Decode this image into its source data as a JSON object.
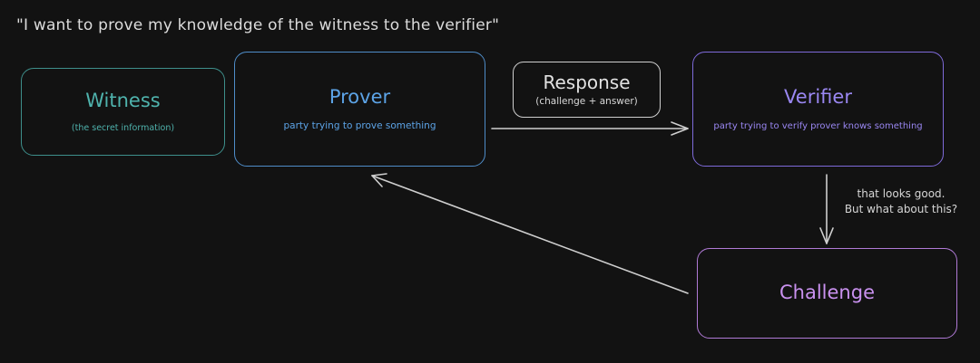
{
  "quote": "\"I want to prove my knowledge of the witness to the verifier\"",
  "witness": {
    "title": "Witness",
    "subtitle": "(the secret information)"
  },
  "prover": {
    "title": "Prover",
    "subtitle": "party trying to prove something"
  },
  "response": {
    "title": "Response",
    "subtitle": "(challenge + answer)"
  },
  "verifier": {
    "title": "Verifier",
    "subtitle": "party trying to verify prover knows something"
  },
  "note": {
    "line1": "that looks good.",
    "line2": "But what about this?"
  },
  "challenge": {
    "title": "Challenge"
  },
  "colors": {
    "witness": "#4fb3ad",
    "prover": "#5ca3e6",
    "verifier": "#9a87f2",
    "challenge": "#c991ef",
    "arrow": "#cfcfcf",
    "background": "#121212"
  }
}
